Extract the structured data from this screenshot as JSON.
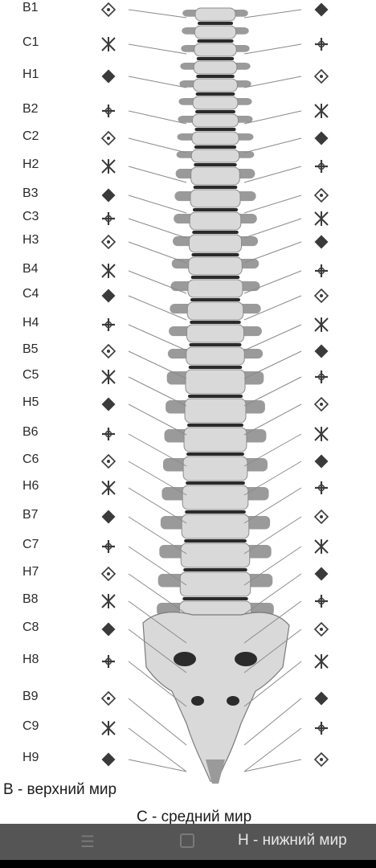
{
  "labels": [
    "В1",
    "С1",
    "Н1",
    "В2",
    "С2",
    "Н2",
    "В3",
    "С3",
    "Н3",
    "В4",
    "С4",
    "Н4",
    "В5",
    "С5",
    "Н5",
    "В6",
    "С6",
    "Н6",
    "В7",
    "С7",
    "Н7",
    "В8",
    "С8",
    "Н8",
    "В9",
    "С9",
    "Н9"
  ],
  "legend": {
    "upper": "В - верхний мир",
    "middle": "С - средний мир",
    "lower": "Н - нижний мир"
  },
  "colors": {
    "symbol": "#3a3a3a",
    "bone": "#d9d9d9",
    "bone_shadow": "#9a9a9a",
    "disc": "#2b2b2b",
    "line": "#8a8a8a",
    "navbar": "#555555"
  },
  "icons": {
    "nav_menu": "menu-icon",
    "nav_home": "home-icon",
    "nav_back": "back-icon"
  }
}
